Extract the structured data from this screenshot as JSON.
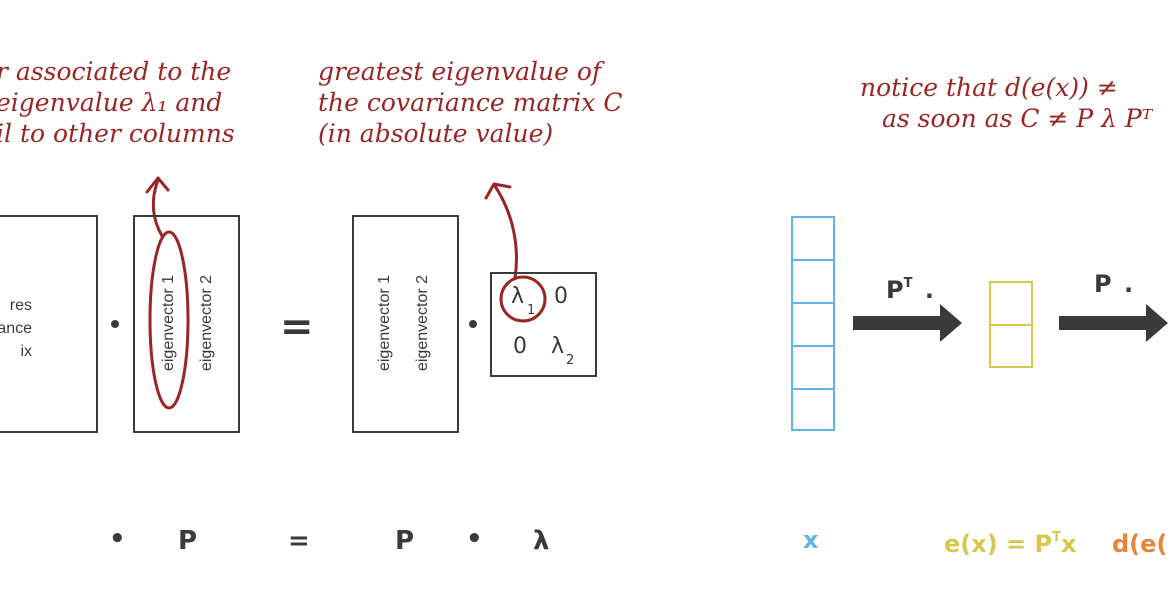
{
  "annotations": {
    "eigenvector_note": [
      "r associated to the",
      "eigenvalue λ₁ and",
      "il to other columns"
    ],
    "eigenvalue_note": [
      "greatest eigenvalue of",
      "the covariance matrix C",
      "(in absolute value)"
    ],
    "notice_note": [
      "notice that  d(e(x)) ≠",
      "as soon as  C ≠ P λ Pᵀ"
    ]
  },
  "matrices": {
    "cov_label": [
      "res",
      "ance",
      "ix"
    ],
    "P_cols": [
      "eigenvector 1",
      "eigenvector 2"
    ],
    "P_cols_right": [
      "eigenvector 1",
      "eigenvector 2"
    ],
    "lambda": {
      "top_left": "λ",
      "top_left_sub": "1",
      "top_right": "0",
      "bottom_left": "0",
      "bottom_right": "λ",
      "bottom_right_sub": "2"
    }
  },
  "equation": {
    "equals": "=",
    "bottom": [
      "•",
      "P",
      "=",
      "P",
      "•",
      "λ"
    ]
  },
  "transform": {
    "op1": "P",
    "op1_sup": "T",
    "op1_dot": ".",
    "op2": "P",
    "op2_dot": ".",
    "labels": {
      "x": "x",
      "ex": "e(x) = P",
      "ex_sup": "T",
      "ex_end": "x",
      "dex": "d(e("
    },
    "colors": {
      "blue": "#5fb6e6",
      "yellow": "#d7c84d",
      "orange": "#e8843a",
      "annotation": "#9a2525",
      "ink": "#3a3a3a"
    }
  }
}
